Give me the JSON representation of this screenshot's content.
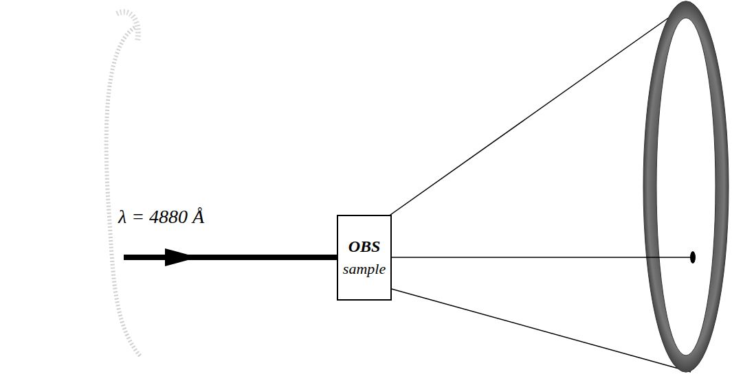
{
  "diagram": {
    "nodes": [
      {
        "text": [
          "OBS",
          "sample"
        ]
      }
    ],
    "labels": [
      "λ = 4880 Å"
    ]
  }
}
